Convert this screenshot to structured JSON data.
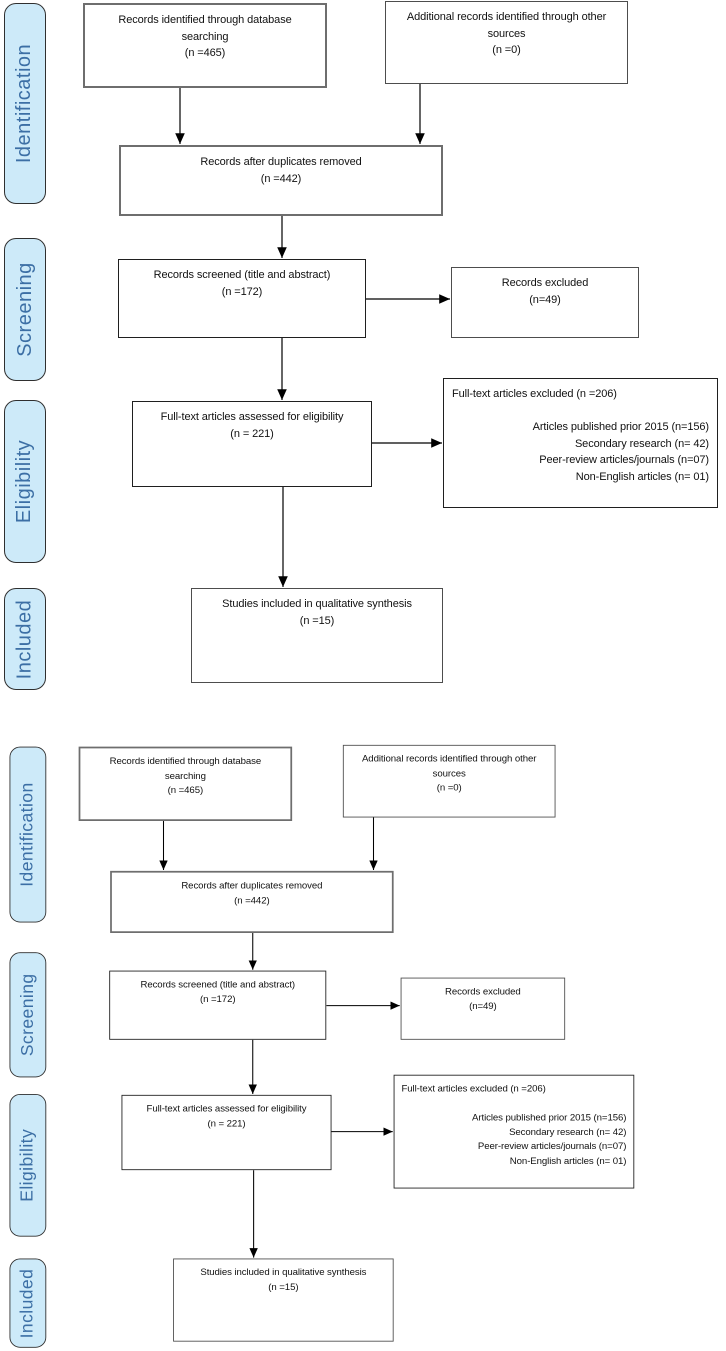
{
  "diagram": {
    "stages": [
      {
        "id": "identification",
        "label": "Identification"
      },
      {
        "id": "screening",
        "label": "Screening"
      },
      {
        "id": "eligibility",
        "label": "Eligibility"
      },
      {
        "id": "included",
        "label": "Included"
      }
    ],
    "boxes": [
      {
        "id": "database-search",
        "lines": [
          "Records identified through database",
          "searching",
          "(n =465)"
        ]
      },
      {
        "id": "other-sources",
        "lines": [
          "Additional records identified through other",
          "sources",
          "(n =0)"
        ]
      },
      {
        "id": "duplicates-removed",
        "lines": [
          "Records after duplicates removed",
          "(n =442)"
        ]
      },
      {
        "id": "records-screened",
        "lines": [
          "Records screened (title and abstract)",
          "(n =172)"
        ]
      },
      {
        "id": "records-excluded",
        "lines": [
          "Records excluded",
          "(n=49)"
        ]
      },
      {
        "id": "fulltext-assessed",
        "lines": [
          "Full-text articles assessed for eligibility",
          "(n = 221)"
        ]
      },
      {
        "id": "fulltext-excluded",
        "title": "Full-text articles excluded (n =206)",
        "items": [
          "Articles published prior 2015 (n=156)",
          "Secondary research (n= 42)",
          "Peer-review articles/journals (n=07)",
          "Non-English articles (n= 01)"
        ]
      },
      {
        "id": "studies-included",
        "lines": [
          "Studies included in qualitative synthesis",
          "(n =15)"
        ]
      }
    ]
  },
  "colors": {
    "background": "#ffffff",
    "stage_fill": "#cdeaf9",
    "stage_border": "#2f2f2f",
    "stage_text": "#3c6fa5",
    "box_fill": "#ffffff",
    "box_border": "#333333",
    "box_text": "#111111",
    "arrow": "#000000"
  }
}
